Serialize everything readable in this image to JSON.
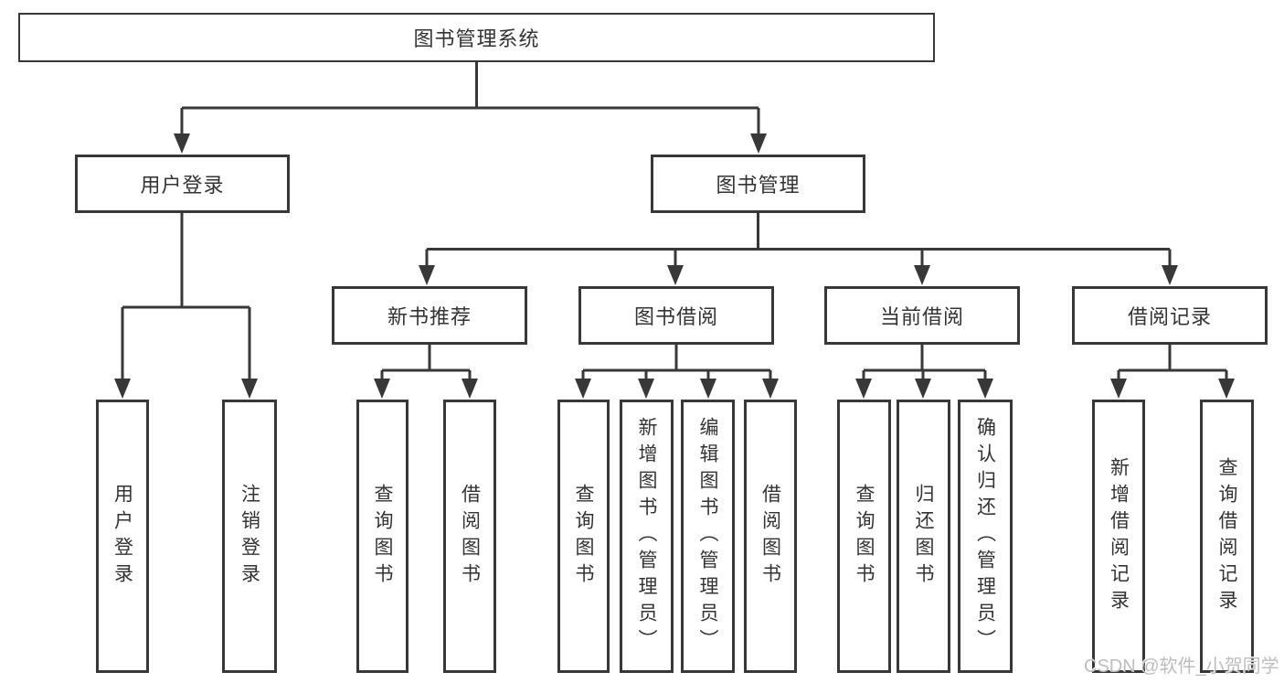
{
  "diagram": {
    "root": {
      "label": "图书管理系统"
    },
    "branches": [
      {
        "label": "用户登录",
        "children": [
          {
            "label": "用户登录"
          },
          {
            "label": "注销登录"
          }
        ]
      },
      {
        "label": "图书管理",
        "children": [
          {
            "label": "新书推荐",
            "children": [
              {
                "label": "查询图书"
              },
              {
                "label": "借阅图书"
              }
            ]
          },
          {
            "label": "图书借阅",
            "children": [
              {
                "label": "查询图书"
              },
              {
                "label": "新增图书（管理员）"
              },
              {
                "label": "编辑图书（管理员）"
              },
              {
                "label": "借阅图书"
              }
            ]
          },
          {
            "label": "当前借阅",
            "children": [
              {
                "label": "查询图书"
              },
              {
                "label": "归还图书"
              },
              {
                "label": "确认归还（管理员）"
              }
            ]
          },
          {
            "label": "借阅记录",
            "children": [
              {
                "label": "新增借阅记录"
              },
              {
                "label": "查询借阅记录"
              }
            ]
          }
        ]
      }
    ]
  },
  "watermark": {
    "text": "CSDN @软件_小贺同学"
  },
  "colors": {
    "line": "#383838",
    "text": "#333333",
    "box_background": "#ffffff",
    "watermark": "#bdbdbd"
  }
}
